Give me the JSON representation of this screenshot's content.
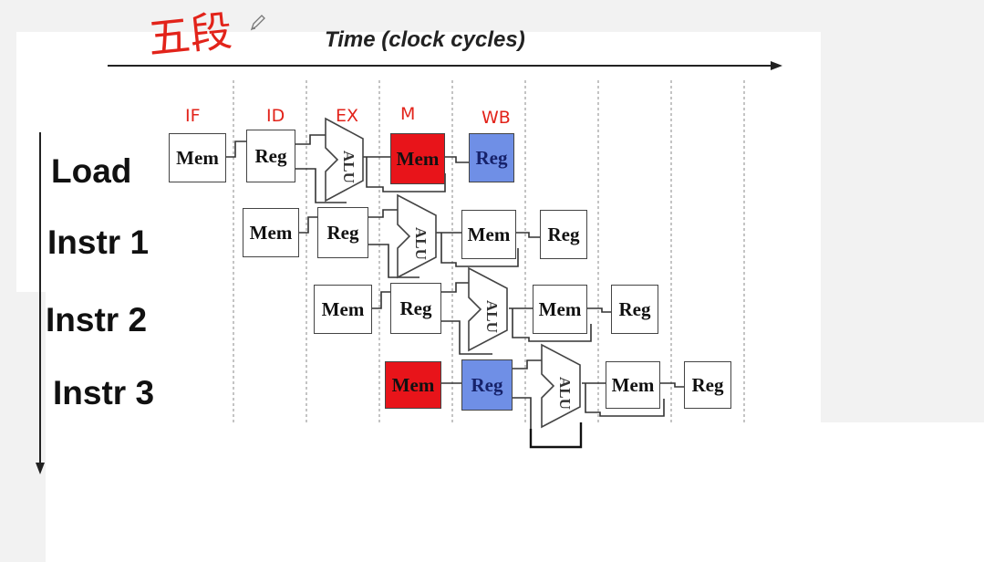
{
  "annotation": {
    "handwritten": "五段",
    "color": "#e2231a"
  },
  "axis": {
    "time_label": "Time (clock cycles)"
  },
  "stages": [
    "IF",
    "ID",
    "EX",
    "M",
    "WB"
  ],
  "instructions": [
    "Load",
    "Instr 1",
    "Instr 2",
    "Instr 3"
  ],
  "box_labels": {
    "mem": "Mem",
    "reg": "Reg",
    "alu": "ALU"
  },
  "highlight_colors": {
    "mem": "#e8141a",
    "reg": "#6f8fe6"
  }
}
